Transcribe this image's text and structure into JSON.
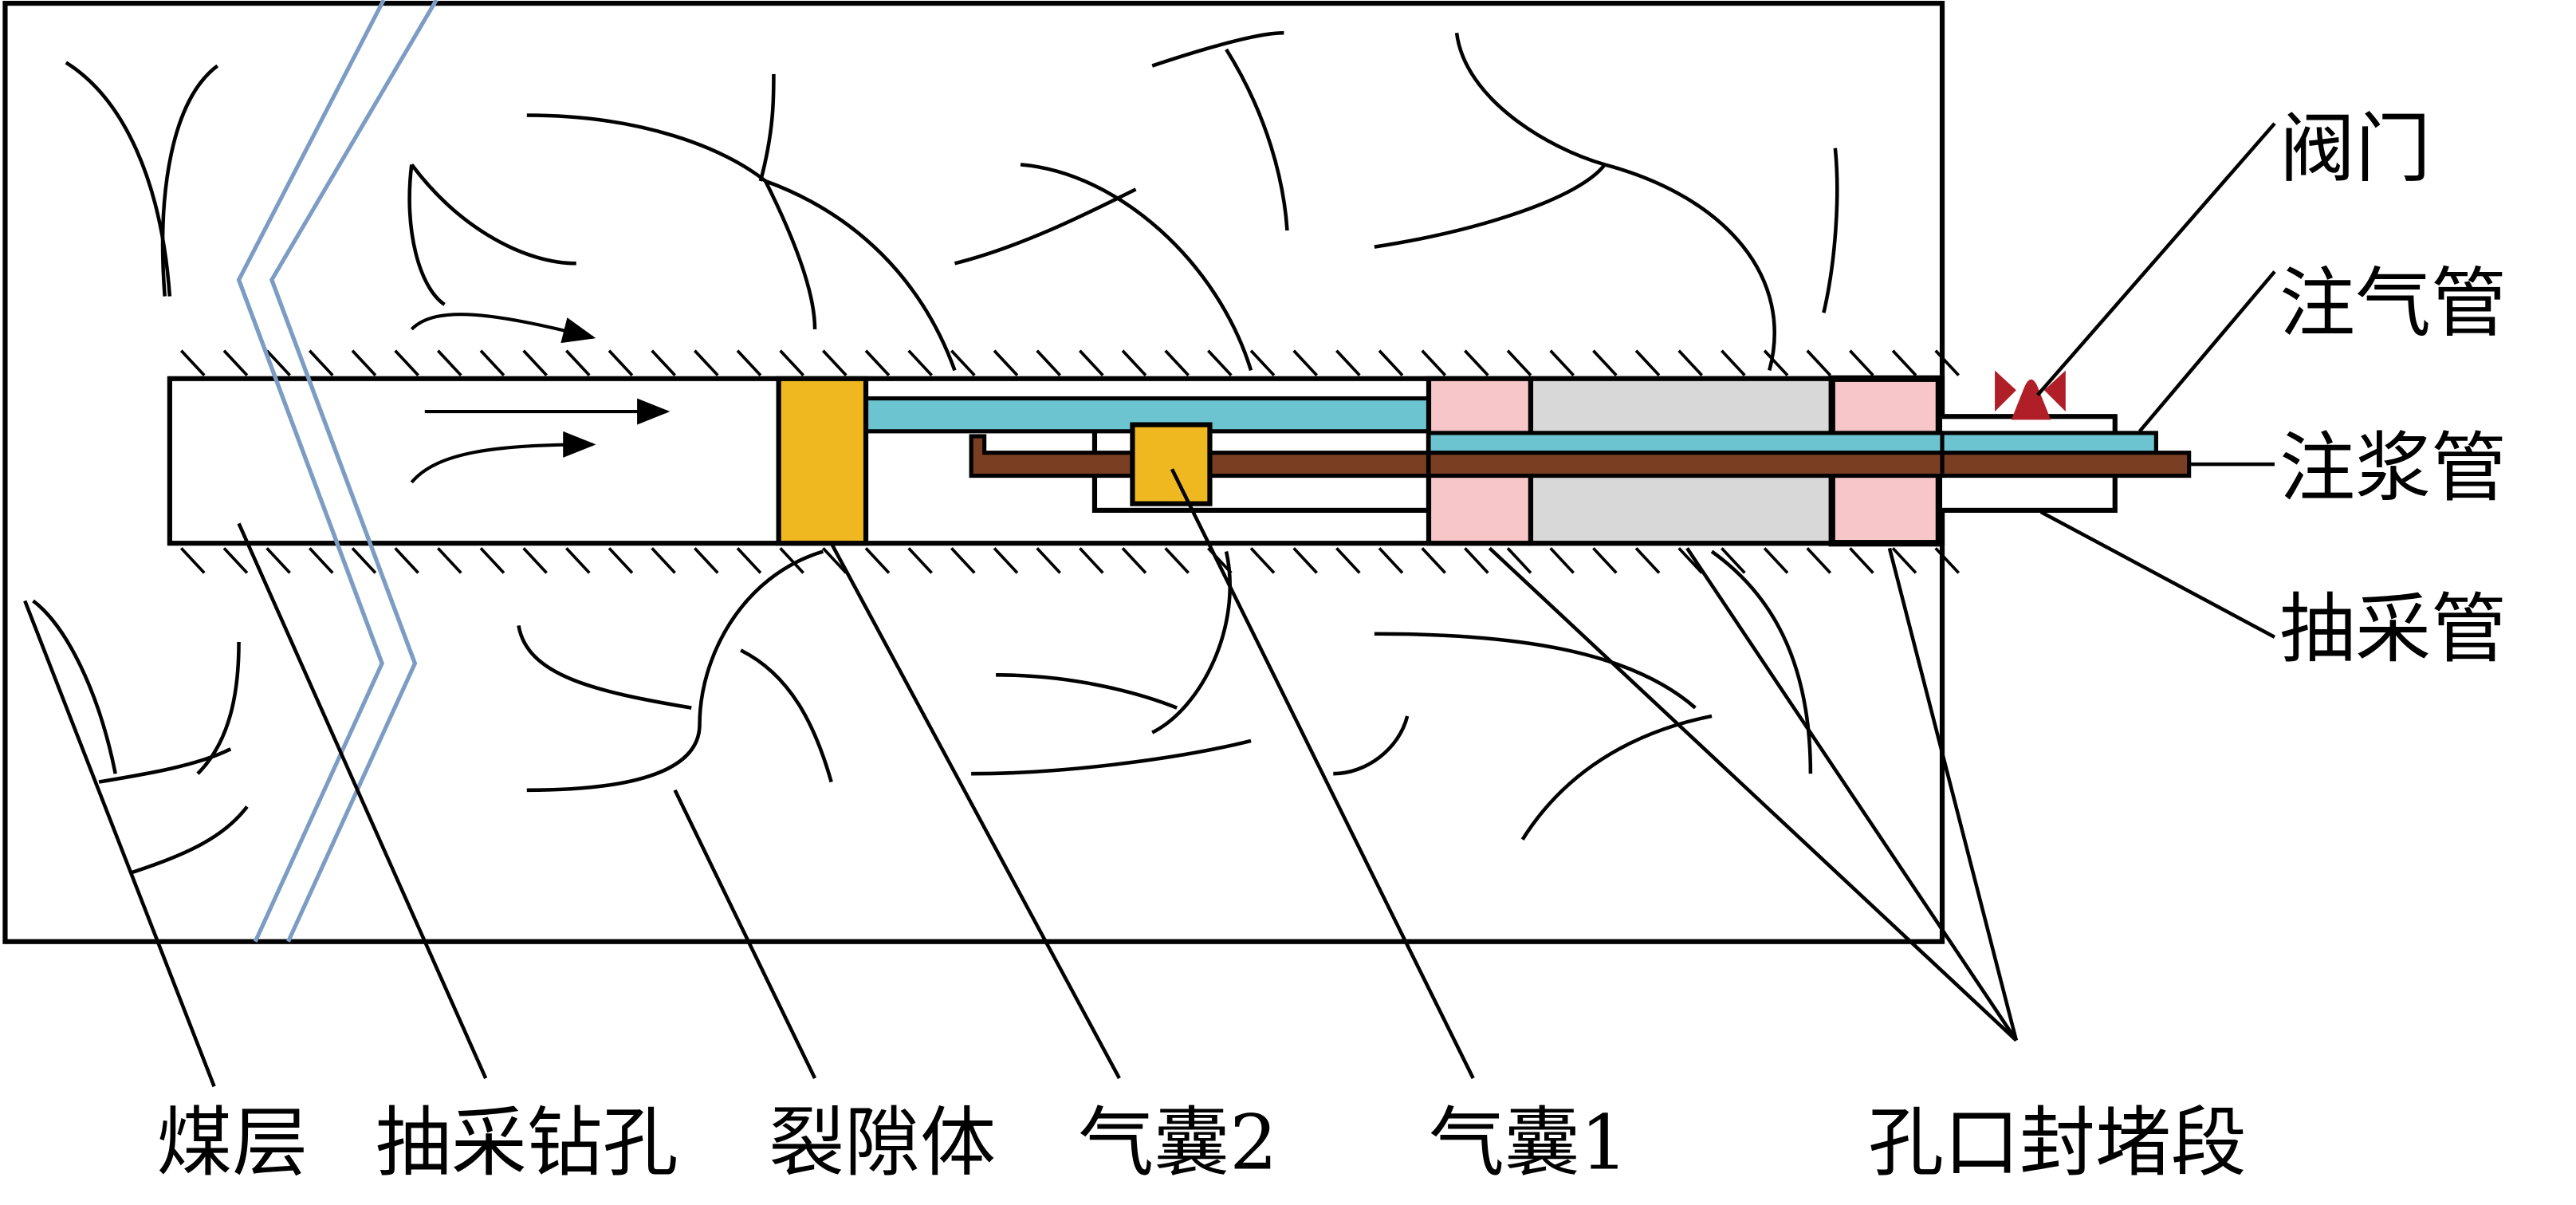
{
  "labels": {
    "right": [
      "阀门",
      "注气管",
      "注浆管",
      "抽采管"
    ],
    "bottom": [
      "煤层",
      "抽采钻孔",
      "裂隙体",
      "气囊2",
      "气囊1",
      "孔口封堵段"
    ]
  },
  "colors": {
    "airbag": "#f0b820",
    "seal_pink": "#f6c6c8",
    "seal_gray": "#d8d8d8",
    "gas_tube": "#6cc4d0",
    "grout_tube": "#7a3e22",
    "valve": "#b01e28",
    "fault_line": "#7d9cc4"
  }
}
